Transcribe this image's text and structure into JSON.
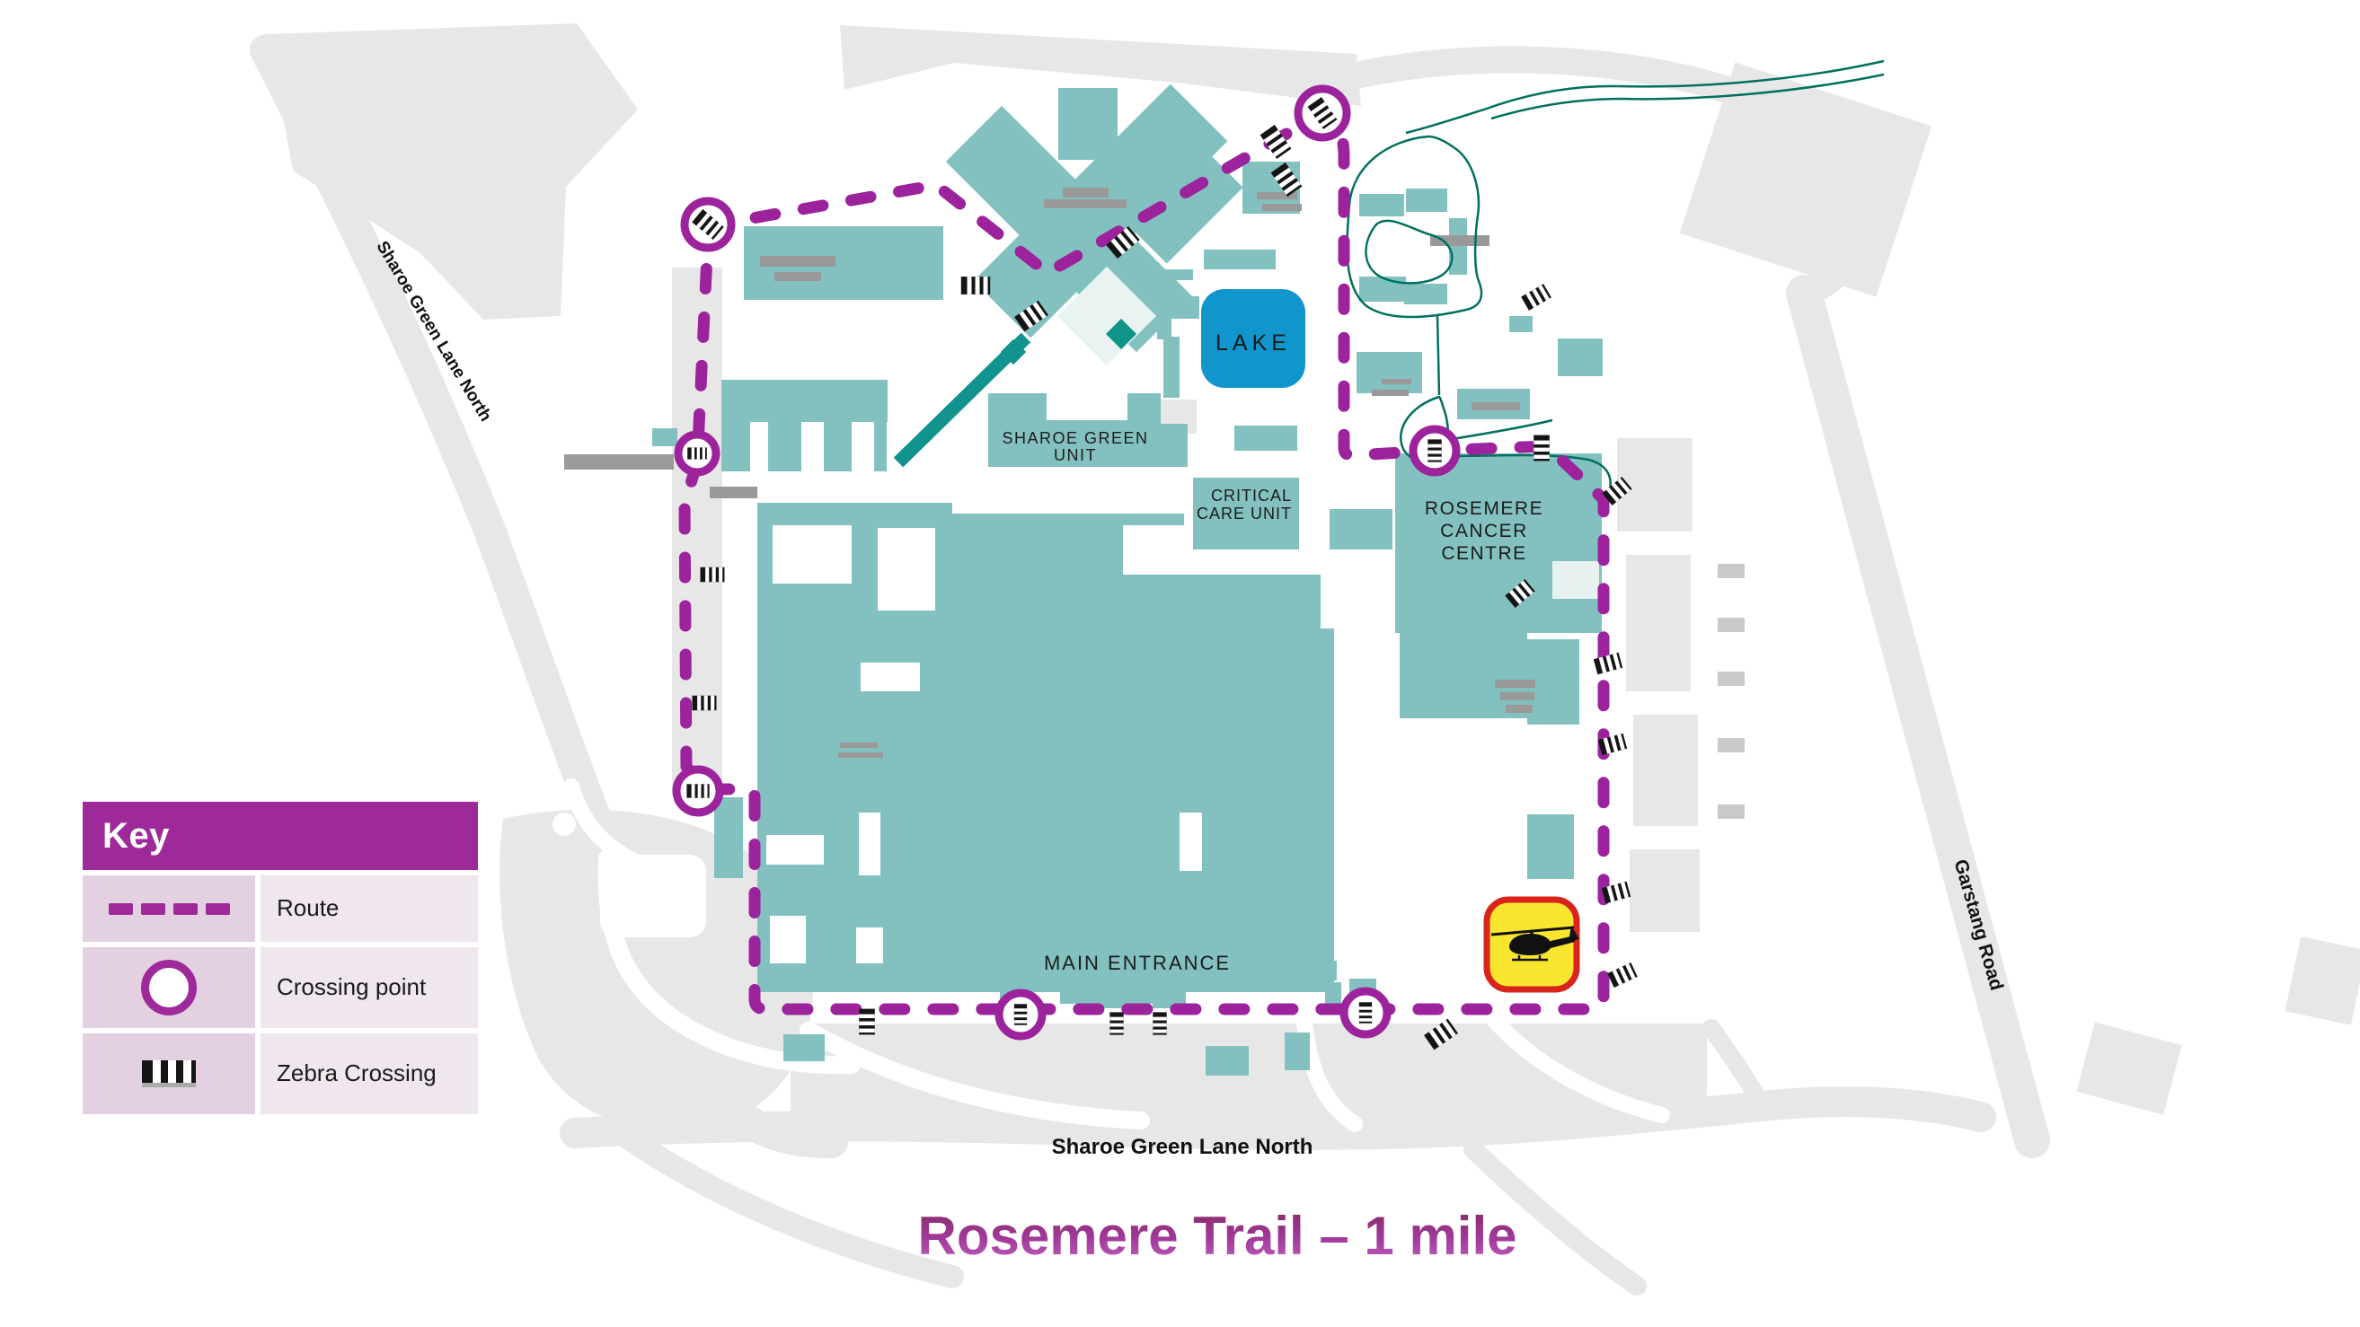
{
  "title": "Rosemere Trail – 1 mile",
  "key": {
    "header": "Key",
    "items": [
      {
        "icon": "route-dash-icon",
        "label": "Route"
      },
      {
        "icon": "crossing-point-icon",
        "label": "Crossing point"
      },
      {
        "icon": "zebra-crossing-icon",
        "label": "Zebra Crossing"
      }
    ]
  },
  "map": {
    "labels": {
      "lake": "LAKE",
      "sharoe_green_unit": {
        "line1": "SHAROE GREEN",
        "line2": "UNIT"
      },
      "critical_care_unit": {
        "line1": "CRITICAL",
        "line2": "CARE UNIT"
      },
      "rosemere_cancer_centre": {
        "line1": "ROSEMERE",
        "line2": "CANCER",
        "line3": "CENTRE"
      },
      "main_entrance": "MAIN ENTRANCE"
    },
    "roads": {
      "sharoe_green_lane_north_west": "Sharoe Green Lane North",
      "sharoe_green_lane_north_south": "Sharoe Green Lane North",
      "garstang_road": "Garstang Road"
    },
    "features": {
      "crossing_points_count": 7,
      "helipad": "helipad"
    }
  },
  "colors": {
    "route_purple": "#9c239c",
    "key_header_purple": "#9e2a9a",
    "building_teal": "#83c1c1",
    "walkway_dark_teal": "#12938d",
    "lake_blue": "#1095cc",
    "stream_green": "#00705f",
    "road_gray": "#e7e7e7",
    "roof_stripe_gray": "#999999",
    "helipad_yellow": "#f8e62e",
    "helipad_red": "#d8241c",
    "title_purple": "#a13a9b"
  }
}
